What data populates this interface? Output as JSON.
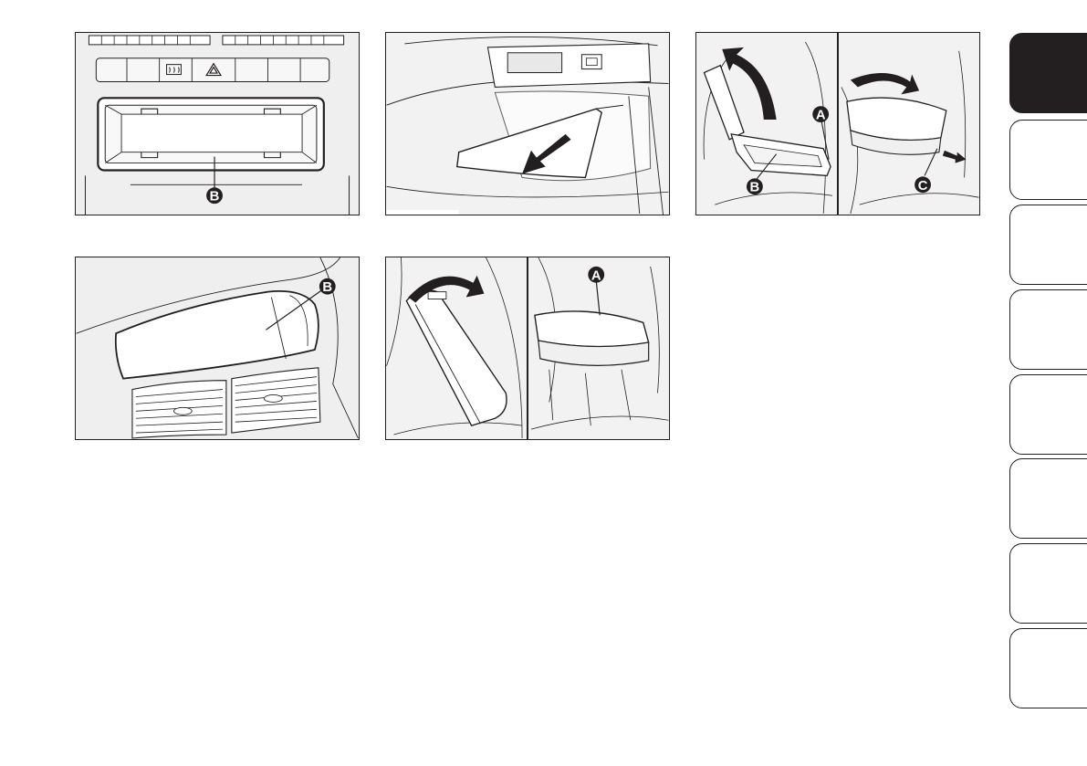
{
  "figures": [
    {
      "id": "fig-1",
      "callouts": [
        "B"
      ]
    },
    {
      "id": "fig-2",
      "callouts": []
    },
    {
      "id": "fig-3",
      "callouts": [
        "A",
        "B",
        "C"
      ]
    },
    {
      "id": "fig-4",
      "callouts": [
        "B"
      ]
    },
    {
      "id": "fig-5",
      "callouts": [
        "A"
      ]
    }
  ],
  "tabs": {
    "count": 8,
    "active_index": 0
  },
  "colors": {
    "ink": "#231f20",
    "paper": "#ffffff",
    "panel": "#f4f4f4",
    "active_tab": "#231f20"
  }
}
